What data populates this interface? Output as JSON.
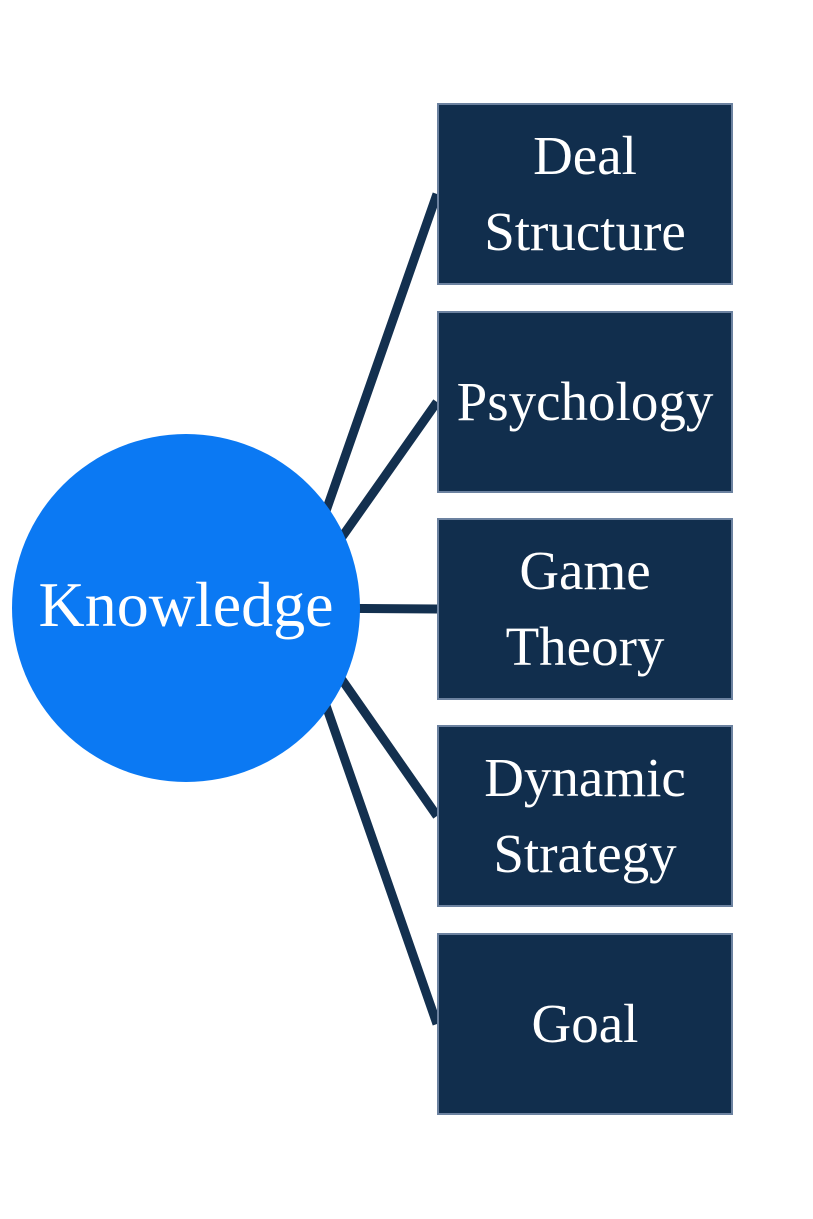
{
  "diagram": {
    "center": {
      "id": "knowledge",
      "label": "Knowledge"
    },
    "nodes": [
      {
        "id": "deal-structure",
        "label": "Deal Structure"
      },
      {
        "id": "psychology",
        "label": "Psychology"
      },
      {
        "id": "game-theory",
        "label": "Game Theory"
      },
      {
        "id": "dynamic-strategy",
        "label": "Dynamic Strategy"
      },
      {
        "id": "goal",
        "label": "Goal"
      }
    ],
    "edges": [
      {
        "from": "knowledge",
        "to": "deal-structure"
      },
      {
        "from": "knowledge",
        "to": "psychology"
      },
      {
        "from": "knowledge",
        "to": "game-theory"
      },
      {
        "from": "knowledge",
        "to": "dynamic-strategy"
      },
      {
        "from": "knowledge",
        "to": "goal"
      }
    ]
  },
  "colors": {
    "circle_blue": "#0b79f3",
    "box_navy": "#112e4d",
    "box_border": "#6c82a0",
    "connector_navy": "#13304f",
    "label_white": "#ffffff",
    "page_bg": "#ffffff"
  }
}
